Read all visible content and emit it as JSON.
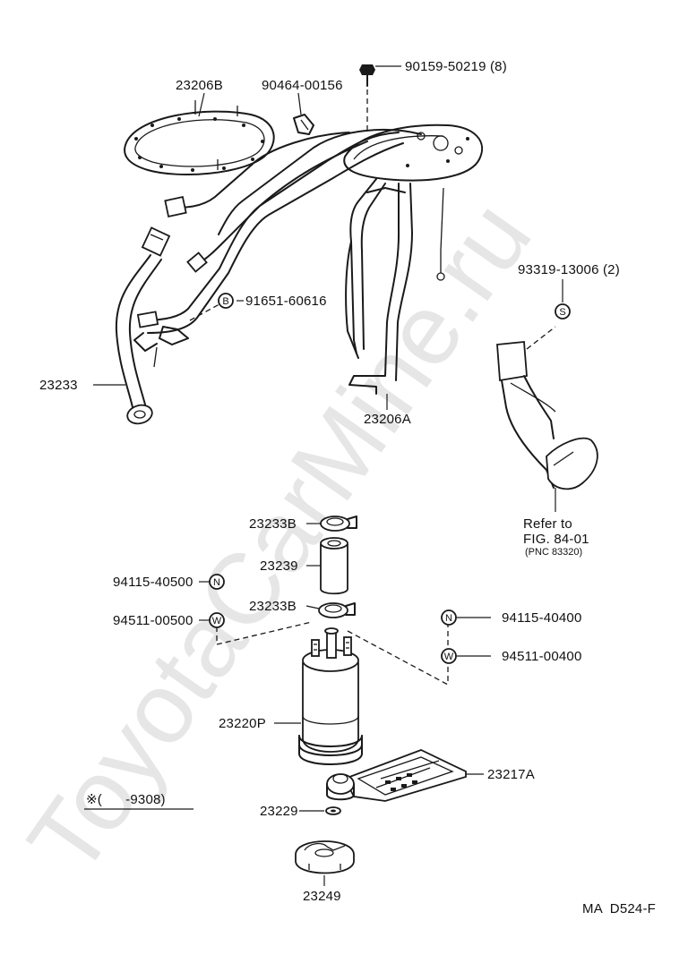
{
  "watermark": "ToyotaCarMine.ru",
  "parts": {
    "p23206B": "23206B",
    "p90464": "90464-00156",
    "p90159": "90159-50219 (8)",
    "p91651": "91651-60616",
    "p23233": "23233",
    "p23206A": "23206A",
    "p93319": "93319-13006 (2)",
    "p23233B_top": "23233B",
    "p23239": "23239",
    "p23233B_bottom": "23233B",
    "p94115_left": "94115-40500",
    "p94511_left": "94511-00500",
    "p94115_right": "94115-40400",
    "p94511_right": "94511-00400",
    "p23220P": "23220P",
    "p23217A": "23217A",
    "p23229": "23229",
    "p23249": "23249"
  },
  "markers": {
    "B": "B",
    "S": "S",
    "N": "N",
    "W": "W"
  },
  "refer": {
    "line1": "Refer to",
    "line2": "FIG. 84-01",
    "line3": "(PNC 83320)"
  },
  "note": "※(      -9308)",
  "figure_code": "MA  D524-F"
}
